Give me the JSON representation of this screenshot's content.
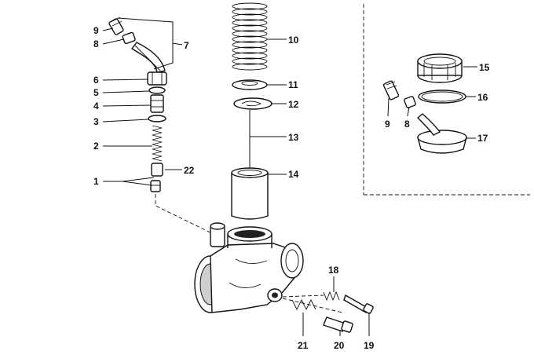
{
  "labels": {
    "l1": "1",
    "l2": "2",
    "l3": "3",
    "l4": "4",
    "l5": "5",
    "l6": "6",
    "l7": "7",
    "l8": "8",
    "l9": "9",
    "l10": "10",
    "l11": "11",
    "l12": "12",
    "l13": "13",
    "l14": "14",
    "l15": "15",
    "l16": "16",
    "l17": "17",
    "l18": "18",
    "l19": "19",
    "l20": "20",
    "l21": "21",
    "l22": "22",
    "l8b": "8",
    "l9b": "9"
  }
}
